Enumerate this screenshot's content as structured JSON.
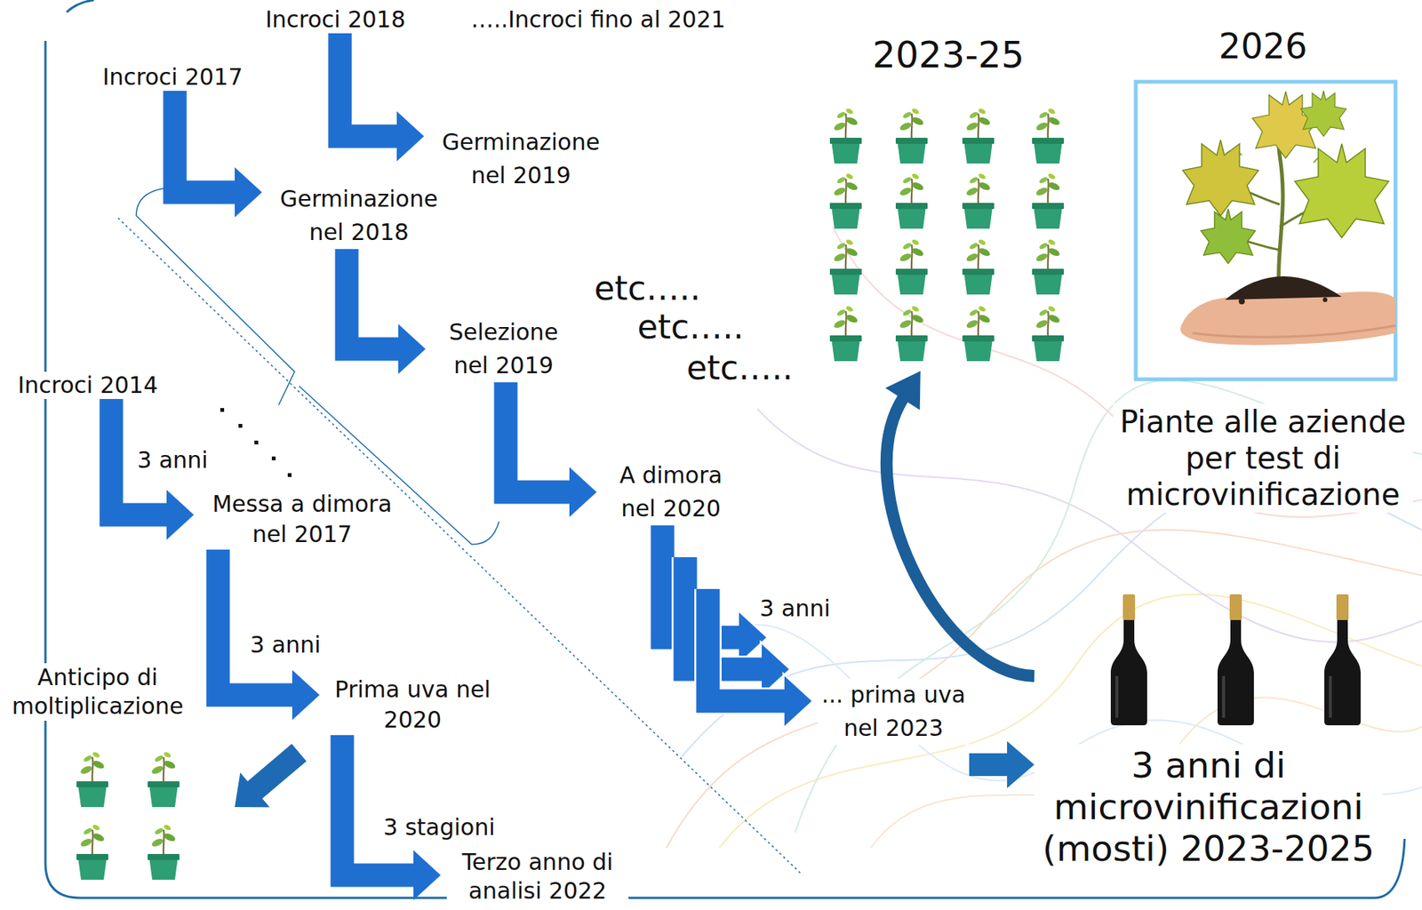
{
  "diagram": {
    "nodes": [
      {
        "text": [
          "Incroci 2017"
        ]
      },
      {
        "text": [
          "Incroci 2018"
        ]
      },
      {
        "text": [
          "Germinazione nel 2019"
        ]
      },
      {
        "text": [
          "Germinazione nel 2018"
        ]
      },
      {
        "text": [
          "Selezione nel 2019"
        ]
      },
      {
        "text": [
          "Incroci 2014"
        ]
      },
      {
        "text": [
          "Messa a dimora nel 2017"
        ]
      },
      {
        "text": [
          "A dimora nel 2020"
        ]
      },
      {
        "text": [
          "Anticipo di moltiplicazione"
        ]
      },
      {
        "text": [
          "Prima uva nel 2020"
        ]
      },
      {
        "text": [
          "Terzo anno di analisi 2022"
        ]
      },
      {
        "text": [
          "... prima uva nel 2023"
        ]
      },
      {
        "text": [
          "2023-25"
        ]
      },
      {
        "text": [
          "2026",
          "Piante alle aziende per test di microvinificazione"
        ]
      },
      {
        "text": [
          "3 anni di microvinificazioni (mosti) 2023-2025"
        ]
      }
    ],
    "edges": [
      {
        "from": 0,
        "to": 3,
        "arrow": "to"
      },
      {
        "from": 1,
        "to": 2,
        "arrow": "to"
      },
      {
        "from": 3,
        "to": 4,
        "arrow": "to"
      },
      {
        "from": 4,
        "to": 7,
        "arrow": "to"
      },
      {
        "from": 5,
        "to": 6,
        "label": "3 anni",
        "arrow": "to"
      },
      {
        "from": 6,
        "to": 9,
        "label": "3 anni",
        "arrow": "to"
      },
      {
        "from": 9,
        "to": 10,
        "label": "3 stagioni",
        "arrow": "to"
      },
      {
        "from": 7,
        "to": 11,
        "label": "3 anni",
        "arrow": "to"
      },
      {
        "from": 11,
        "to": 14,
        "arrow": "to"
      },
      {
        "from": 14,
        "to": 12,
        "arrow": "to"
      }
    ],
    "labels": [
      "…..Incroci fino al 2021",
      "etc…..",
      "etc…..",
      "etc….."
    ]
  }
}
